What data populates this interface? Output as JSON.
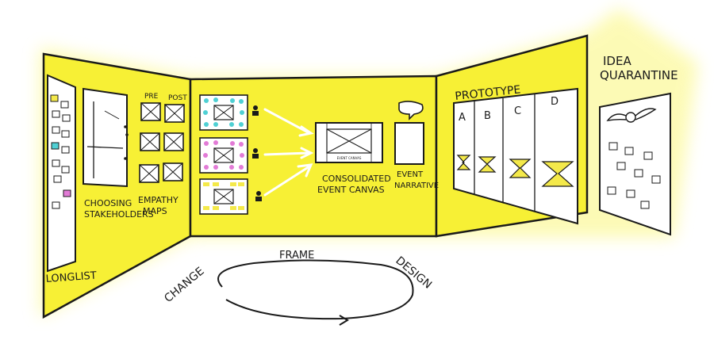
{
  "walls": {
    "left": {
      "longlist_label": "LONGLIST",
      "stakeholders_label": [
        "CHOOSING",
        "STAKEHOLDERS"
      ],
      "empathy_label": [
        "EMPATHY",
        "MAPS"
      ],
      "pre_label": "PRE",
      "post_label": "POST"
    },
    "center": {
      "canvas_label": [
        "CONSOLIDATED",
        "EVENT CANVAS"
      ],
      "canvas_inner_text": "EVENT CANVAS",
      "narrative_label": [
        "EVENT",
        "NARRATIVE"
      ]
    },
    "right": {
      "title": "PROTOTYPE",
      "columns": [
        "A",
        "B",
        "C",
        "D"
      ]
    },
    "quarantine": {
      "title": [
        "IDEA",
        "QUARANTINE"
      ]
    }
  },
  "cycle": {
    "change": "CHANGE",
    "frame": "FRAME",
    "design": "DESIGN"
  },
  "colors": {
    "wall_yellow": "#f7f035",
    "glow_yellow": "#fbf77a",
    "ink": "#1a1a1a",
    "sticky_cyan": "#4fd0d4",
    "sticky_pink": "#e27bd6",
    "note_yellow": "#f4e94a"
  }
}
